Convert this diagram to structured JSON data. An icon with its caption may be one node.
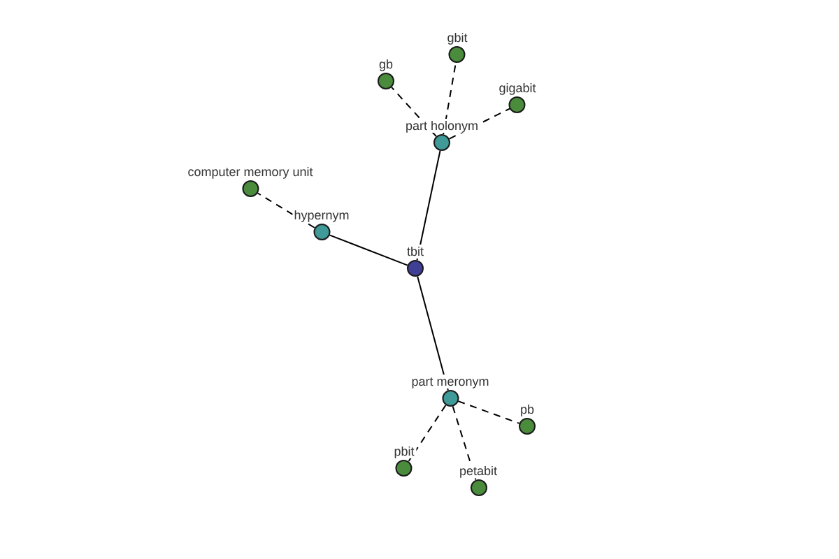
{
  "diagram": {
    "nodes": [
      {
        "text": [
          "tbit"
        ]
      },
      {
        "text": [
          "hypernym"
        ]
      },
      {
        "text": [
          "part holonym"
        ]
      },
      {
        "text": [
          "part meronym"
        ]
      },
      {
        "text": [
          "computer memory unit"
        ]
      },
      {
        "text": [
          "gb"
        ]
      },
      {
        "text": [
          "gbit"
        ]
      },
      {
        "text": [
          "gigabit"
        ]
      },
      {
        "text": [
          "pb"
        ]
      },
      {
        "text": [
          "pbit"
        ]
      },
      {
        "text": [
          "petabit"
        ]
      }
    ],
    "edges": [
      {
        "from": 0,
        "to": 1,
        "arrow": "none"
      },
      {
        "from": 0,
        "to": 2,
        "arrow": "none"
      },
      {
        "from": 0,
        "to": 3,
        "arrow": "none"
      },
      {
        "from": 1,
        "to": 4,
        "arrow": "none",
        "style": "dashed"
      },
      {
        "from": 2,
        "to": 5,
        "arrow": "none",
        "style": "dashed"
      },
      {
        "from": 2,
        "to": 6,
        "arrow": "none",
        "style": "dashed"
      },
      {
        "from": 2,
        "to": 7,
        "arrow": "none",
        "style": "dashed"
      },
      {
        "from": 3,
        "to": 8,
        "arrow": "none",
        "style": "dashed"
      },
      {
        "from": 3,
        "to": 9,
        "arrow": "none",
        "style": "dashed"
      },
      {
        "from": 3,
        "to": 10,
        "arrow": "none",
        "style": "dashed"
      }
    ]
  }
}
